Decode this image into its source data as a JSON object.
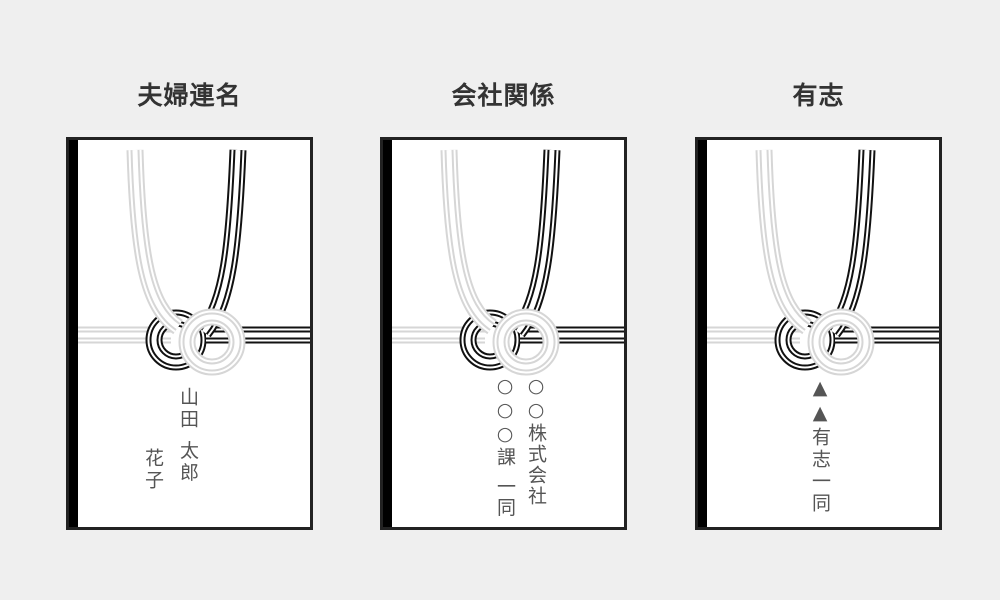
{
  "envelopes": [
    {
      "title": "夫婦連名",
      "lines": [
        "山田 太郎",
        "花子"
      ]
    },
    {
      "title": "会社関係",
      "lines": [
        "○○株式会社",
        "○○○課 一同"
      ]
    },
    {
      "title": "有志",
      "lines": [
        "▲▲有志一同"
      ]
    }
  ],
  "colors": {
    "background": "#efefef",
    "black_cord": "#111111",
    "white_cord": "#d6d6d6",
    "text": "#555555"
  }
}
